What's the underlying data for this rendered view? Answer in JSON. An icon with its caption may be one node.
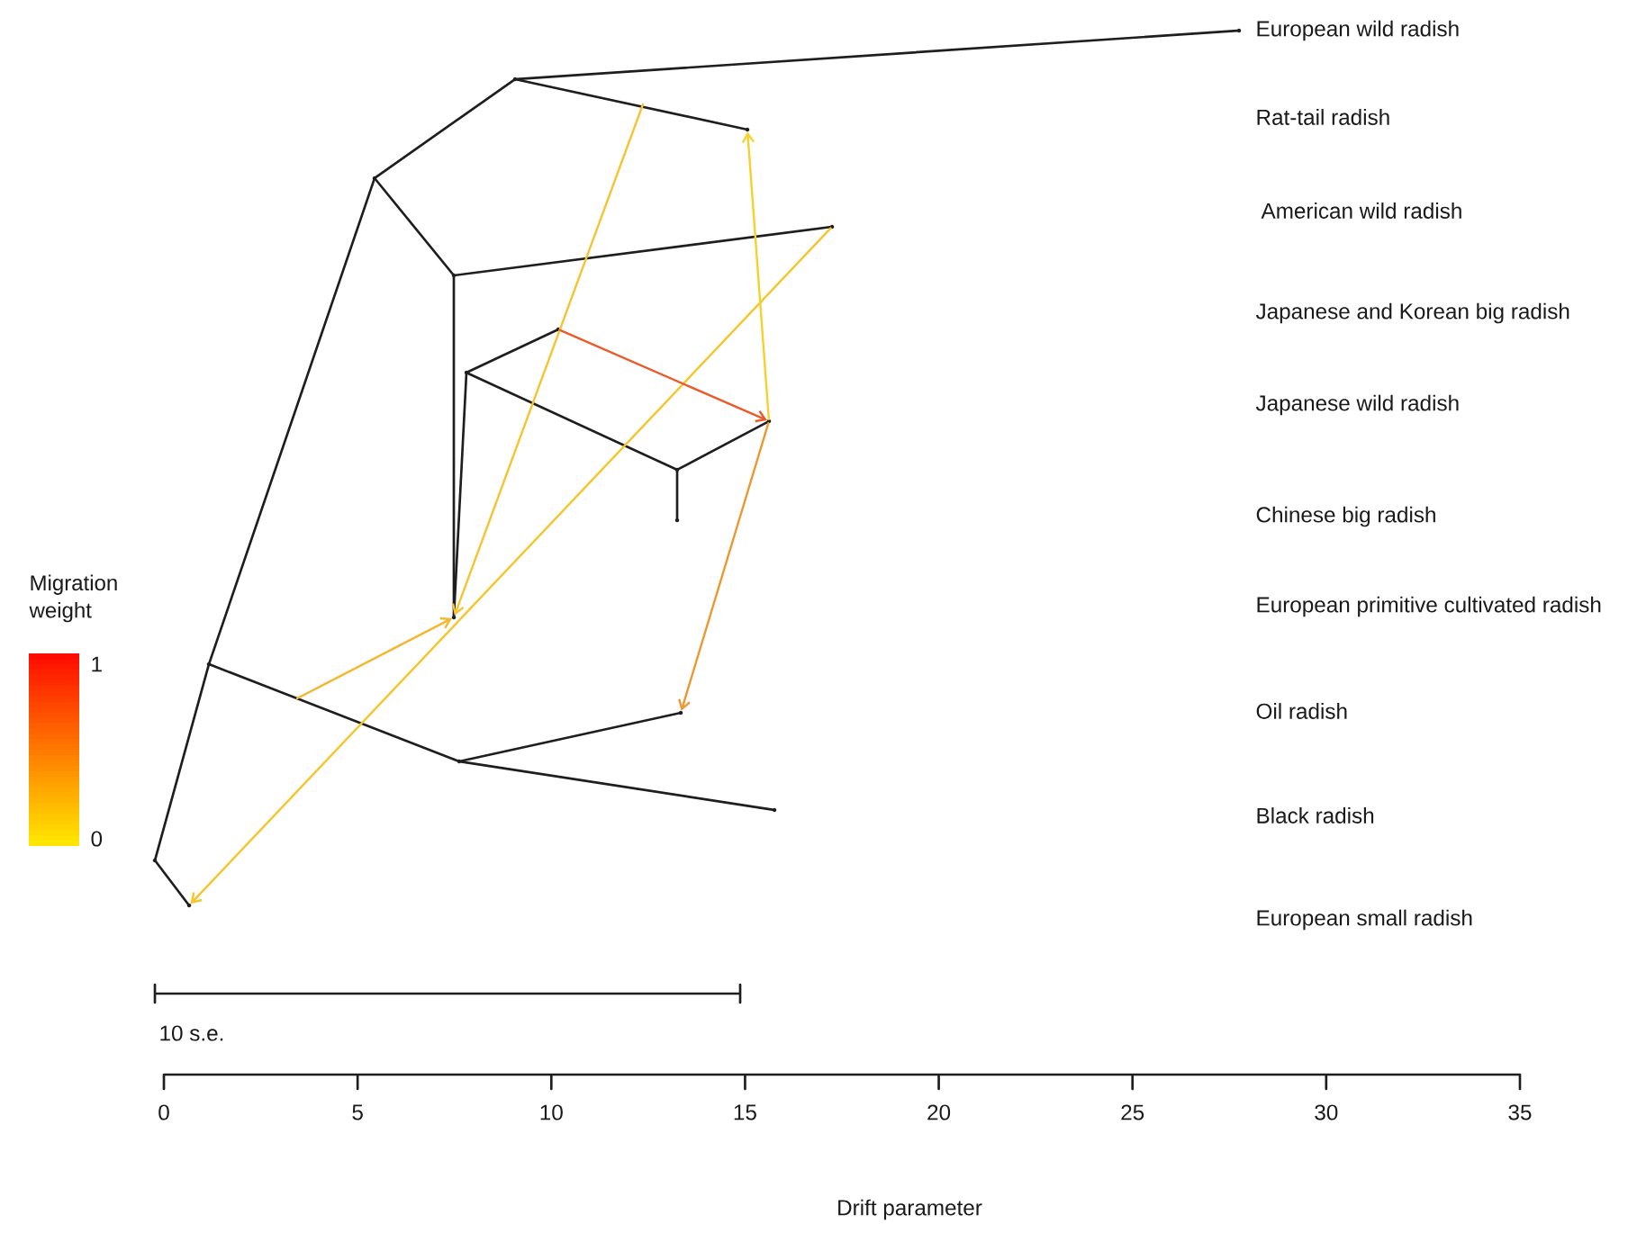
{
  "diagram": {
    "nodes": [
      {
        "text": [],
        "shape": "point",
        "beside": [
          "European wild radish"
        ]
      },
      {
        "text": [],
        "shape": "point"
      },
      {
        "text": [],
        "shape": "point"
      },
      {
        "text": [],
        "shape": "point"
      },
      {
        "text": [],
        "shape": "point"
      },
      {
        "text": [],
        "shape": "point"
      },
      {
        "text": [],
        "shape": "point"
      },
      {
        "text": [],
        "shape": "point"
      },
      {
        "text": [],
        "shape": "point"
      },
      {
        "text": [],
        "shape": "point"
      },
      {
        "text": [],
        "shape": "point"
      },
      {
        "text": [],
        "shape": "point"
      },
      {
        "text": [],
        "shape": "point"
      },
      {
        "text": [],
        "shape": "point"
      },
      {
        "text": [],
        "shape": "point"
      },
      {
        "text": [],
        "shape": "point"
      },
      {
        "text": [],
        "shape": "point"
      },
      {
        "text": [],
        "shape": "point"
      }
    ],
    "edges": [
      {
        "from": 10,
        "to": 0,
        "arrow": "none"
      },
      {
        "from": 10,
        "to": 1,
        "arrow": "none"
      },
      {
        "from": 11,
        "to": 10,
        "arrow": "none"
      },
      {
        "from": 11,
        "to": 12,
        "arrow": "none"
      },
      {
        "from": 12,
        "to": 2,
        "arrow": "none"
      },
      {
        "from": 12,
        "to": 6,
        "arrow": "none"
      },
      {
        "from": 6,
        "to": 13,
        "arrow": "none"
      },
      {
        "from": 13,
        "to": 3,
        "arrow": "none"
      },
      {
        "from": 13,
        "to": 14,
        "arrow": "none"
      },
      {
        "from": 14,
        "to": 4,
        "arrow": "none"
      },
      {
        "from": 14,
        "to": 5,
        "arrow": "none"
      },
      {
        "from": 15,
        "to": 11,
        "arrow": "none"
      },
      {
        "from": 15,
        "to": 16,
        "arrow": "none"
      },
      {
        "from": 16,
        "to": 7,
        "arrow": "none"
      },
      {
        "from": 16,
        "to": 8,
        "arrow": "none"
      },
      {
        "from": 17,
        "to": 15,
        "arrow": "none"
      },
      {
        "from": 17,
        "to": 9,
        "arrow": "none"
      },
      {
        "from": null,
        "to": 6,
        "arrow": "to",
        "color": "#f6c431"
      },
      {
        "from": null,
        "to": 6,
        "arrow": "to",
        "color": "#f4b62c"
      },
      {
        "from": 2,
        "to": 9,
        "arrow": "to",
        "color": "#f6c52a"
      },
      {
        "from": 4,
        "to": 1,
        "arrow": "to",
        "color": "#f7d02c"
      },
      {
        "from": 3,
        "to": 4,
        "arrow": "to",
        "color": "#ea5b2b"
      },
      {
        "from": 4,
        "to": 7,
        "arrow": "to",
        "color": "#ec9832"
      }
    ],
    "labels": [
      "Rat-tail radish",
      "American wild radish",
      "Japanese and Korean big radish",
      "Japanese wild radish",
      "Chinese big radish",
      "European primitive cultivated radish",
      "Oil radish",
      "Black radish",
      "European small radish",
      "Migration weight",
      "10 s.e.",
      "0",
      "5",
      "10",
      "15",
      "20",
      "25",
      "30",
      "35",
      "Drift parameter"
    ],
    "legend": [
      {
        "text": "1",
        "color": "#ff0d00"
      },
      {
        "text": "0",
        "color": "#ffe600"
      }
    ]
  }
}
